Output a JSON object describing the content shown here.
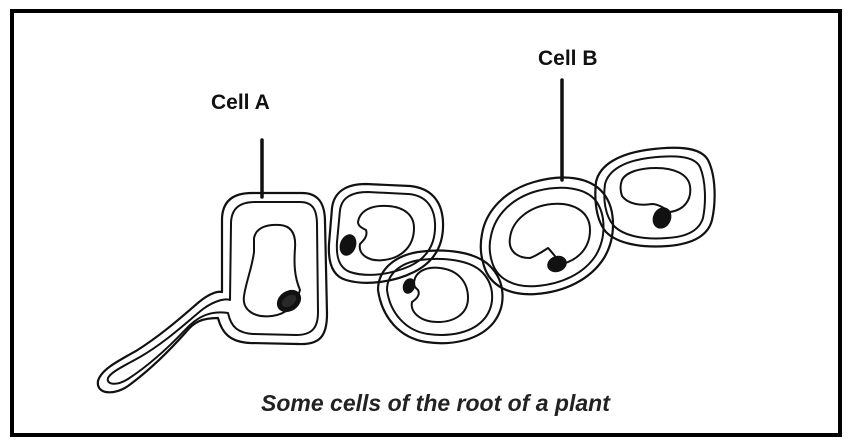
{
  "diagram": {
    "labels": {
      "cell_a": "Cell A",
      "cell_b": "Cell B"
    },
    "caption": "Some cells of the root of a plant"
  }
}
